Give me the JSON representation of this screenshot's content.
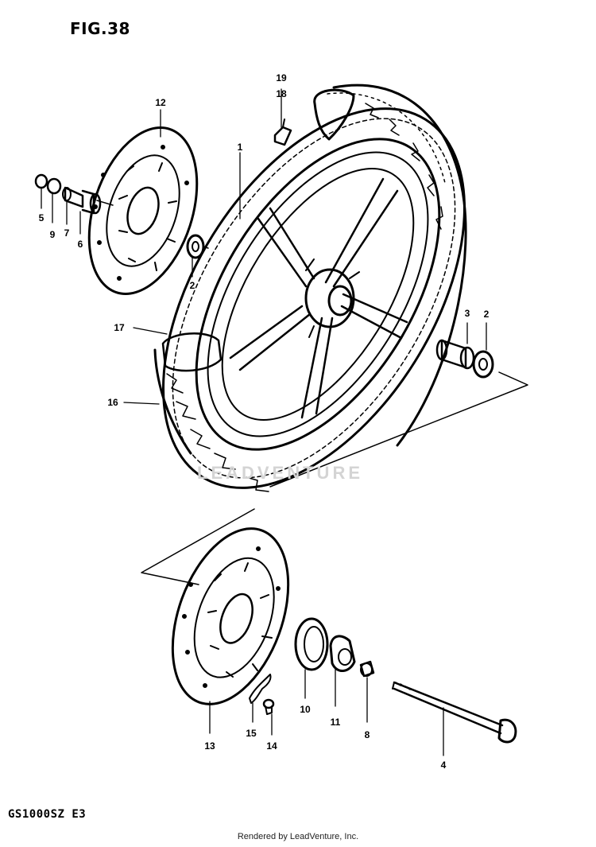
{
  "figure": {
    "title": "FIG.38",
    "model_code": "GS1000SZ E3",
    "footer": "Rendered by LeadVenture, Inc.",
    "watermark": "LEADVENTURE"
  },
  "callouts": [
    {
      "id": "c19",
      "text": "19"
    },
    {
      "id": "c18",
      "text": "18"
    },
    {
      "id": "c12",
      "text": "12"
    },
    {
      "id": "c1",
      "text": "1"
    },
    {
      "id": "c5",
      "text": "5"
    },
    {
      "id": "c9",
      "text": "9"
    },
    {
      "id": "c7",
      "text": "7"
    },
    {
      "id": "c6",
      "text": "6"
    },
    {
      "id": "c2a",
      "text": "2"
    },
    {
      "id": "c17",
      "text": "17"
    },
    {
      "id": "c16",
      "text": "16"
    },
    {
      "id": "c3",
      "text": "3"
    },
    {
      "id": "c2b",
      "text": "2"
    },
    {
      "id": "c10",
      "text": "10"
    },
    {
      "id": "c11",
      "text": "11"
    },
    {
      "id": "c8",
      "text": "8"
    },
    {
      "id": "c4",
      "text": "4"
    },
    {
      "id": "c13",
      "text": "13"
    },
    {
      "id": "c15",
      "text": "15"
    },
    {
      "id": "c14",
      "text": "14"
    }
  ]
}
